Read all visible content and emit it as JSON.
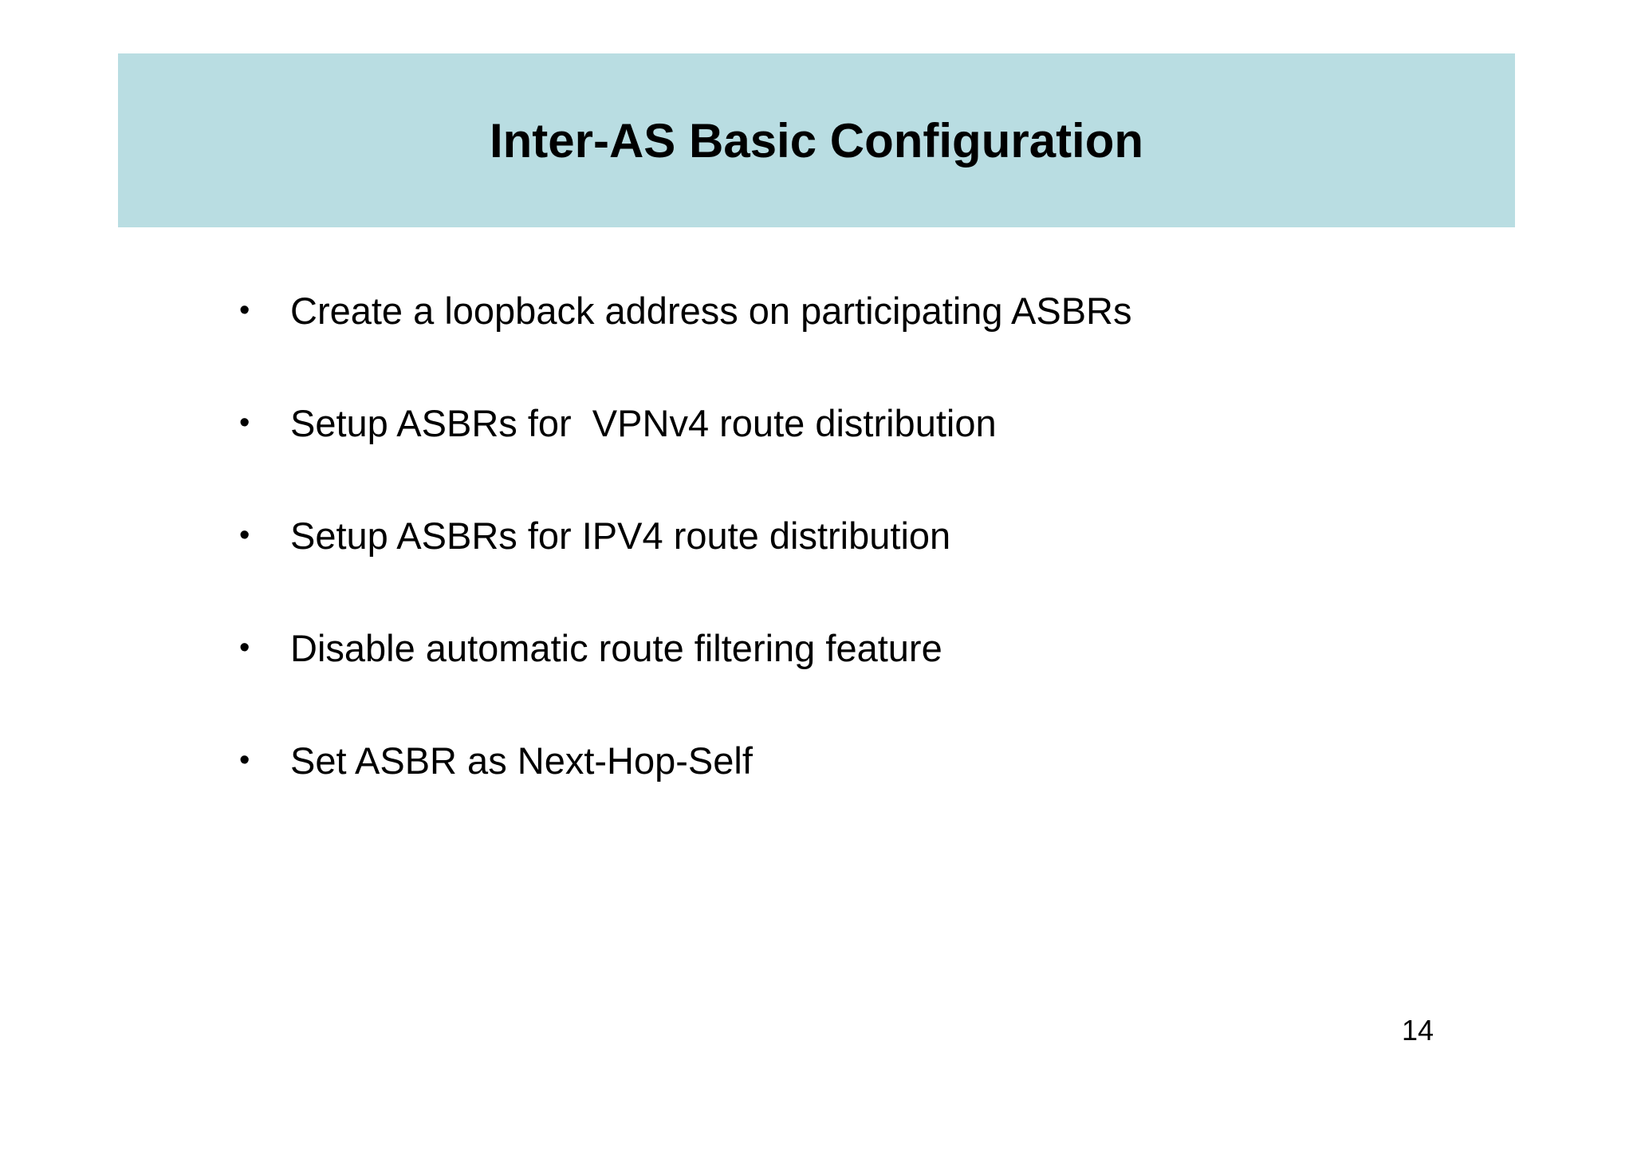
{
  "slide": {
    "title": "Inter-AS Basic Configuration",
    "bullet_char": "•",
    "bullets": [
      "Create a loopback address on participating ASBRs",
      "Setup ASBRs for  VPNv4 route distribution",
      "Setup ASBRs for IPV4 route distribution",
      "Disable automatic route filtering feature",
      "Set ASBR as Next-Hop-Self"
    ],
    "page_number": "14",
    "colors": {
      "banner_bg": "#b9dde2",
      "text": "#000000",
      "background": "#ffffff"
    }
  }
}
